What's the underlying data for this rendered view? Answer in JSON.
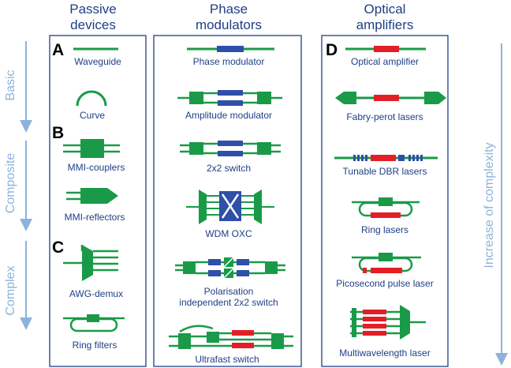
{
  "columns": {
    "passive": {
      "line1": "Passive",
      "line2": "devices"
    },
    "phase": {
      "line1": "Phase",
      "line2": "modulators"
    },
    "amplifiers": {
      "line1": "Optical",
      "line2": "amplifiers"
    }
  },
  "letters": {
    "a": "A",
    "b": "B",
    "c": "C",
    "d": "D"
  },
  "side_labels": {
    "basic": "Basic",
    "composite": "Composite",
    "complex": "Complex",
    "complexity": "Increase of complexity"
  },
  "passive": {
    "waveguide": "Waveguide",
    "curve": "Curve",
    "mmi_couplers": "MMI-couplers",
    "mmi_reflectors": "MMI-reflectors",
    "awg_demux": "AWG-demux",
    "ring_filters": "Ring filters"
  },
  "phase": {
    "phase_modulator": "Phase modulator",
    "amplitude_modulator": "Amplitude modulator",
    "switch_2x2": "2x2 switch",
    "wdm_oxc": "WDM OXC",
    "polarisation_line1": "Polarisation",
    "polarisation_line2": "independent 2x2 switch",
    "ultrafast_switch": "Ultrafast switch"
  },
  "amplifiers": {
    "optical_amplifier": "Optical amplifier",
    "fabry_perot": "Fabry-perot lasers",
    "tunable_dbr": "Tunable DBR lasers",
    "ring_lasers": "Ring lasers",
    "picosecond": "Picosecond pulse laser",
    "multiwavelength": "Multiwavelength laser"
  },
  "colors": {
    "passive_green": "#1a9a48",
    "phase_blue": "#2f4fa8",
    "gain_red": "#e21f26",
    "text_navy": "#1f3f86",
    "arrow_blue": "#8db3dc"
  }
}
